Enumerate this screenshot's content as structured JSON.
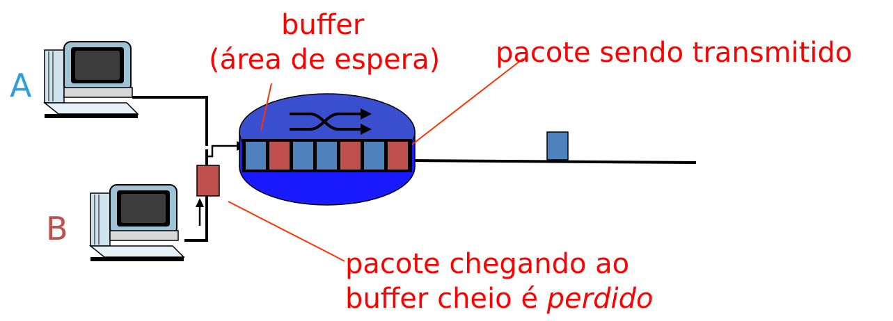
{
  "labels": {
    "buffer_line1": "buffer",
    "buffer_line2": "(área de espera)",
    "transmitting": "pacote sendo transmitido",
    "lost_line1": "pacote chegando ao",
    "lost_line2_prefix": "buffer cheio é ",
    "lost_line2_emph": "perdido"
  },
  "hosts": [
    {
      "id": "A",
      "label": "A",
      "color": "#2e9fd8"
    },
    {
      "id": "B",
      "label": "B",
      "color": "#c0504d"
    }
  ],
  "queue": {
    "packets": [
      "blue",
      "red",
      "blue",
      "blue",
      "red",
      "blue",
      "red"
    ]
  },
  "arriving_packet": {
    "color": "red",
    "status": "perdido"
  },
  "in_flight_packet": {
    "color": "blue"
  },
  "colors": {
    "annotation": "#ff0000",
    "router": "#1a1aff",
    "router_top": "#3a4fd0",
    "packet_blue": "#4f81bd",
    "packet_red": "#c0504d",
    "link": "#000000",
    "host_a_label": "#2e9fd8",
    "host_b_label": "#c0504d"
  }
}
